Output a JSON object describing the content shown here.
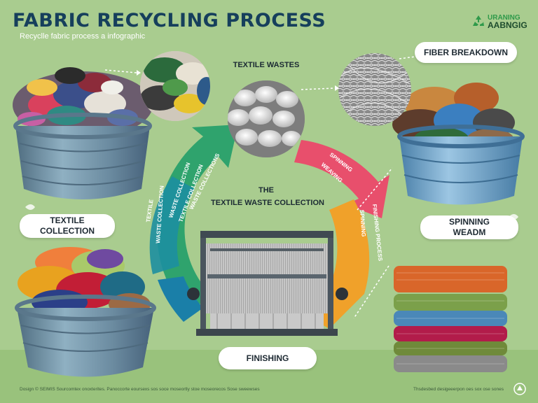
{
  "title": "FABRIC RECYCLING  PROCESS",
  "subtitle": "Recyclle fabric process a infographic",
  "logo": {
    "line1": "URANING",
    "line2": "AABNGIG"
  },
  "labels": {
    "textile_collection": "TEXTILE\nCOLLECTION",
    "fiber_breakdown": "FIBER BREAKDOWN",
    "spinning": "SPINNING\nWEADM",
    "finishing": "FINISHING",
    "textile_wastes": "TEXTILE WASTES",
    "center_the": "THE",
    "center_collection": "TEXTILE WASTE COLLECTION"
  },
  "arrow_texts": {
    "green_1": "WASTE  COLLECTION",
    "green_2": "TEXTILE COLLECTION",
    "green_3": "WASTE COLLECTIONS",
    "teal_1": "TEXTILE",
    "teal_2": "WASTE COLLECTION",
    "pink_1": "SPINNING",
    "pink_2": "WEAVING",
    "orange_1": "SPINNING",
    "orange_2": "FINISHING PROCESS"
  },
  "footer": {
    "left": "Dosign © SEIMIS Sourcomtex onoxterites. Panoccorte eoursexs sos soce moseortly stoe moseorecos Sose sweewses",
    "right": "Thsdesbed desigeeerpon oes sox ose sones"
  },
  "colors": {
    "background": "#a9cc8f",
    "title": "#163f5c",
    "arrow_green": "#2fa36d",
    "arrow_teal": "#1d8fa0",
    "arrow_pink": "#e84f6c",
    "arrow_orange": "#f0a12a",
    "bucket": "#6e8ea3"
  },
  "icons": [
    "recycle-icon",
    "leaf-icon",
    "recycle-badge-icon"
  ]
}
